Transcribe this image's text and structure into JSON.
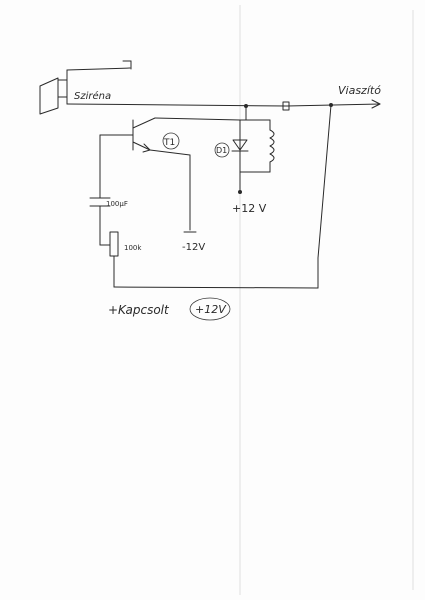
{
  "labels": {
    "speaker": "Sziréna",
    "output": "Viaszító",
    "transistor": "T1",
    "diode": "D1",
    "capacitor": "100µF",
    "resistor": "100k",
    "supply_relay": "+12 V",
    "supply_transistor": "-12V",
    "switch_supply": "+Kapcsolt",
    "switch_voltage": "+12V"
  },
  "colors": {
    "ink": "#2a2a2a",
    "paper": "#fdfdfd"
  }
}
